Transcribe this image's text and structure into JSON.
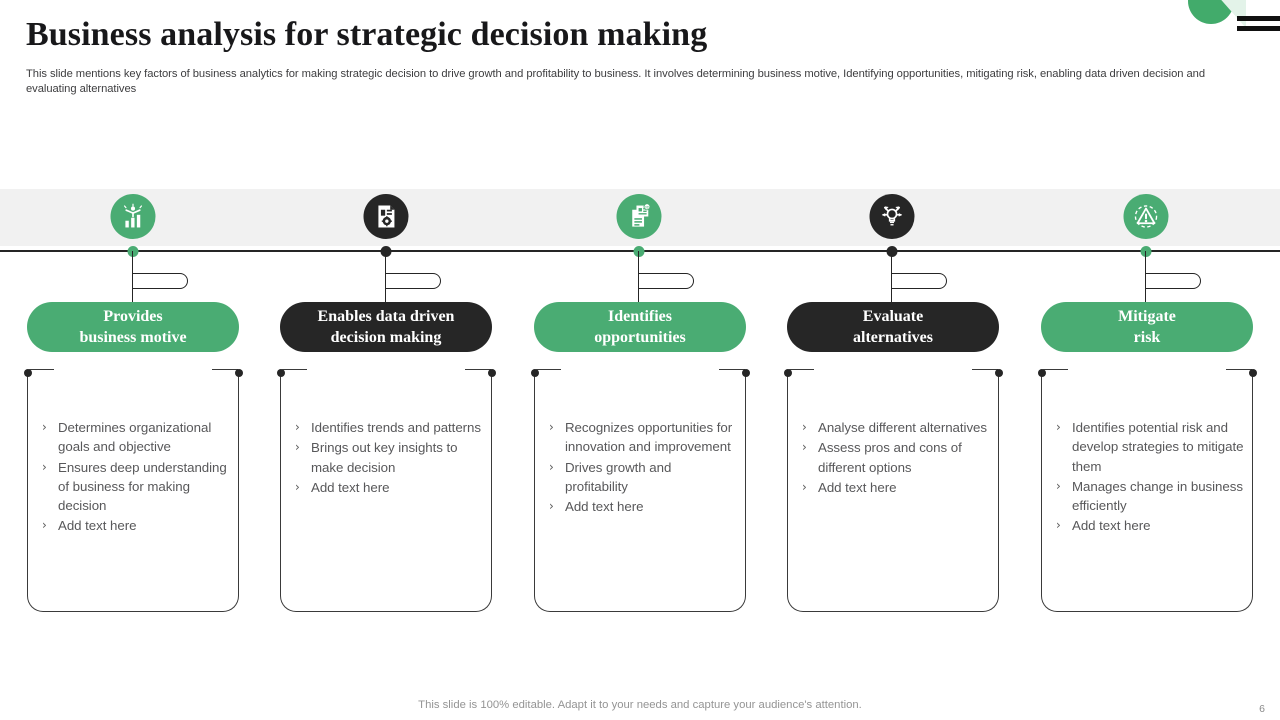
{
  "header": {
    "title": "Business analysis for strategic decision making",
    "subtitle": "This slide mentions key factors of business analytics for making strategic decision to drive growth and profitability to business. It involves determining business motive, Identifying opportunities, mitigating risk, enabling data driven decision and evaluating alternatives"
  },
  "decoration": {
    "circle_color": "#42ab6b",
    "triangle_color": "#e3f3e9",
    "bar_color": "#111111"
  },
  "theme": {
    "green": "#4aac73",
    "dark": "#262626",
    "band": "#f1f1f1",
    "body_text": "#58585a"
  },
  "columns": [
    {
      "icon_name": "person-growth-chart-icon",
      "icon_style": "green",
      "dot_color": "#4aac73",
      "title": "Provides\nbusiness motive",
      "title_line1": "Provides",
      "title_line2": "business motive",
      "bullets": [
        "Determines organizational goals and objective",
        "Ensures deep understanding of business for making decision",
        "Add text here"
      ]
    },
    {
      "icon_name": "data-document-gear-icon",
      "icon_style": "dark",
      "dot_color": "#262626",
      "title": "Enables data driven\ndecision making",
      "title_line1": "Enables data driven",
      "title_line2": "decision making",
      "bullets": [
        "Identifies trends and patterns",
        "Brings out key insights to make decision",
        "Add text here"
      ]
    },
    {
      "icon_name": "document-checklist-icon",
      "icon_style": "green",
      "dot_color": "#4aac73",
      "title": "Identifies\nopportunities",
      "title_line1": "Identifies",
      "title_line2": "opportunities",
      "bullets": [
        "Recognizes opportunities for innovation and improvement",
        "Drives growth and profitability",
        "Add text here"
      ]
    },
    {
      "icon_name": "lightbulb-arrows-icon",
      "icon_style": "dark",
      "dot_color": "#262626",
      "title": "Evaluate\nalternatives",
      "title_line1": "Evaluate",
      "title_line2": "alternatives",
      "bullets": [
        "Analyse different alternatives",
        "Assess pros and cons of different options",
        "Add text here"
      ]
    },
    {
      "icon_name": "risk-warning-shield-icon",
      "icon_style": "green",
      "dot_color": "#4aac73",
      "title": "Mitigate\nrisk",
      "title_line1": "Mitigate",
      "title_line2": "risk",
      "bullets": [
        "Identifies potential risk and develop strategies to mitigate them",
        "Manages change in business efficiently",
        "Add text here"
      ]
    }
  ],
  "bullet_glyph": "›",
  "footer": {
    "note": "This slide is 100% editable. Adapt it to your needs and capture your audience's attention.",
    "page_number": "6"
  }
}
